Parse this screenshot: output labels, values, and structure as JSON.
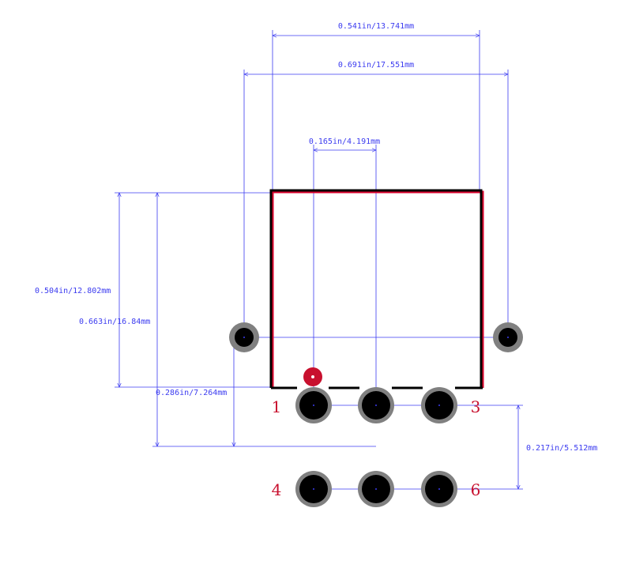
{
  "colors": {
    "dimension": "#3b3bf0",
    "outline": "#000000",
    "outline_shadow": "#d9002b",
    "pad_ring": "#808080",
    "pad_hole": "#000000",
    "pin1_marker": "#c8102e",
    "pin_label": "#c8102e"
  },
  "dimensions": {
    "body_width": "0.541in/13.741mm",
    "mount_span": "0.691in/17.551mm",
    "pin_pitch": "0.165in/4.191mm",
    "body_height": "0.504in/12.802mm",
    "overall_height": "0.663in/16.84mm",
    "mount_offset": "0.286in/7.264mm",
    "row_spacing": "0.217in/5.512mm"
  },
  "pin_labels": {
    "pin1": "1",
    "pin3": "3",
    "pin4": "4",
    "pin6": "6"
  },
  "pads": {
    "row_top_count": 3,
    "row_bottom_count": 3,
    "mount_hole_count": 2
  }
}
